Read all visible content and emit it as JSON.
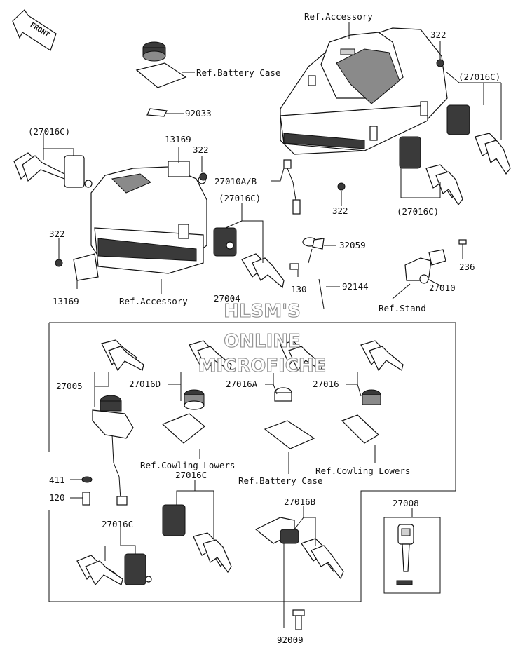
{
  "watermark": [
    "HLSM'S",
    "ONLINE",
    "MICROFICHE"
  ],
  "front_arrow_label": "FRONT",
  "labels": {
    "ref_accessory_top": "Ref.Accessory",
    "l322_top": "322",
    "ref_battery_case_top": "Ref.Battery Case",
    "l27016c_right_top": "(27016C)",
    "l92033": "92033",
    "l27016c_left_top": "(27016C)",
    "l13169_top": "13169",
    "l322_mid": "322",
    "l27010ab": "27010A/B",
    "l27016c_center": "(27016C)",
    "l322_right_mid": "322",
    "l27016c_right_bottom": "(27016C)",
    "l322_left": "322",
    "l32059": "32059",
    "l236": "236",
    "l130": "130",
    "l92144": "92144",
    "l27010": "27010",
    "l13169_bottom": "13169",
    "ref_accessory_bottom": "Ref.Accessory",
    "l27004": "27004",
    "ref_stand": "Ref.Stand",
    "l27005": "27005",
    "l27016d": "27016D",
    "l27016a": "27016A",
    "l27016": "27016",
    "ref_cowling_lowers_left": "Ref.Cowling Lowers",
    "ref_cowling_lowers_right": "Ref.Cowling Lowers",
    "l27016c_box": "27016C",
    "ref_battery_case_box": "Ref.Battery Case",
    "l411": "411",
    "l120": "120",
    "l27016b": "27016B",
    "l27008": "27008",
    "l27016c_box_left": "27016C",
    "l92009": "92009"
  }
}
